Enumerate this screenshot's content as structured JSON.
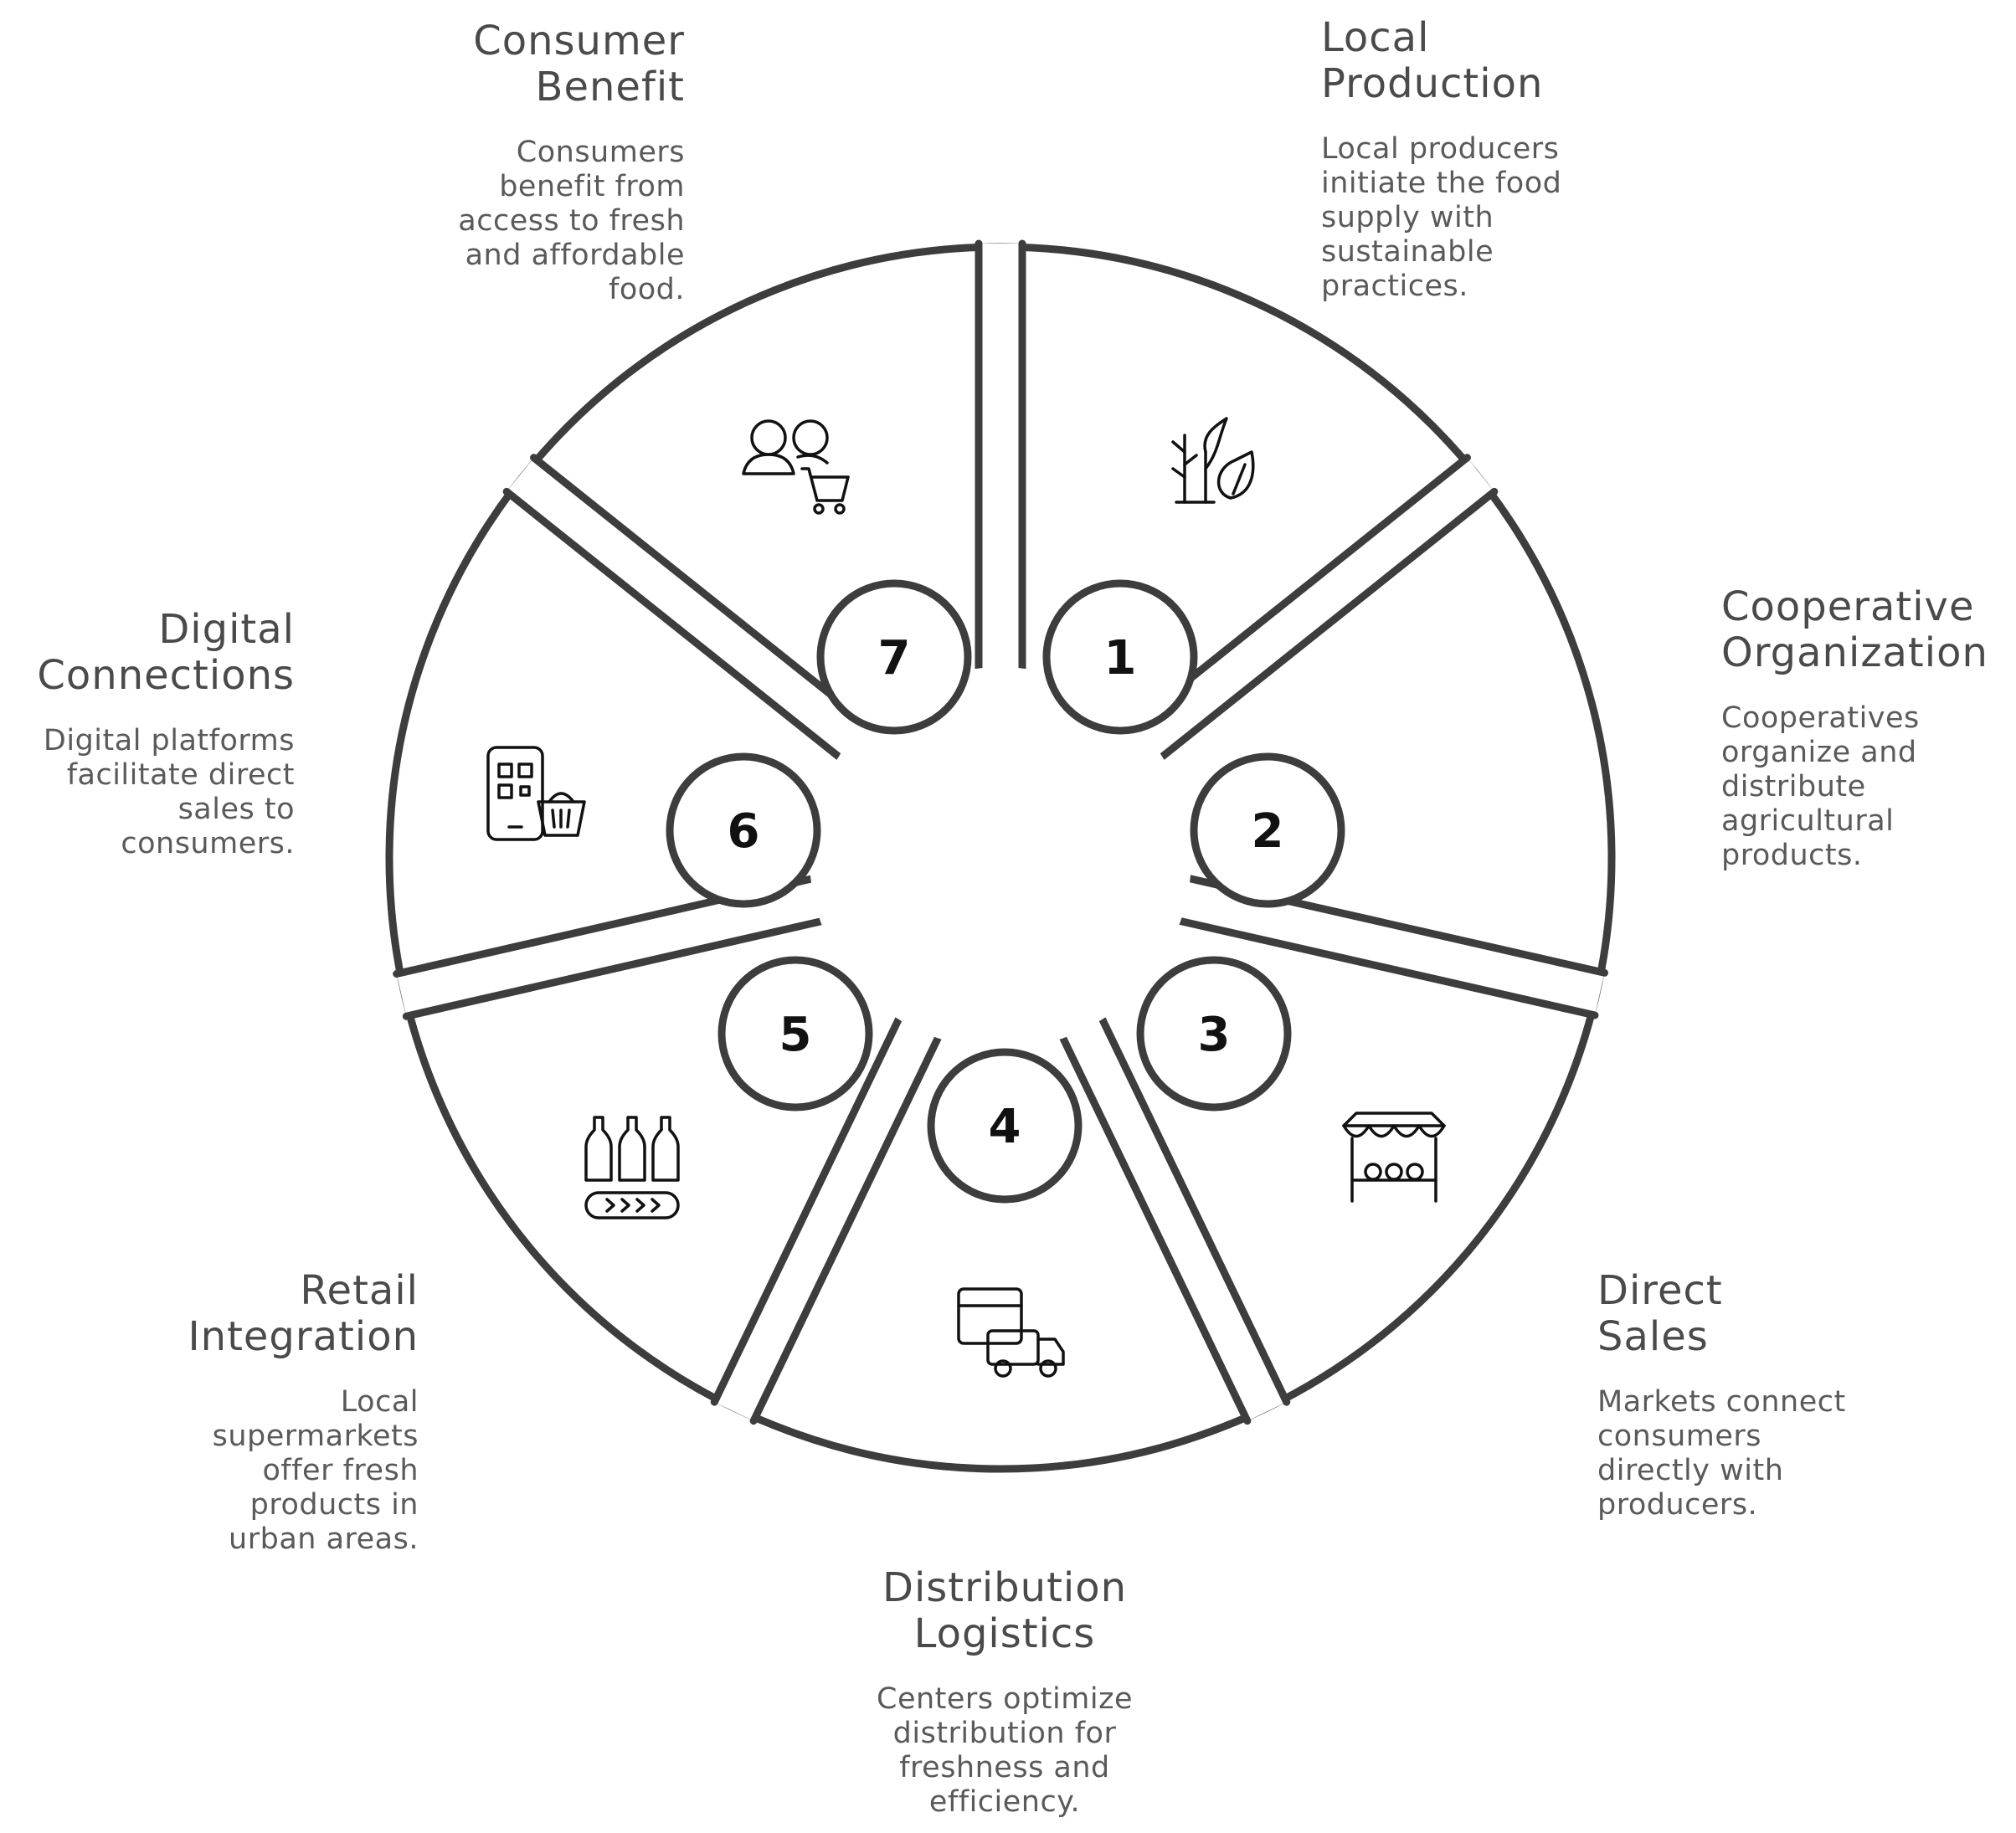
{
  "stages": [
    {
      "number": "1",
      "title": "Local\nProduction",
      "description": "Local producers\ninitiate the food\nsupply with\nsustainable\npractices.",
      "icon": "plant-leaf-icon"
    },
    {
      "number": "2",
      "title": "Cooperative\nOrganization",
      "description": "Cooperatives\norganize and\ndistribute\nagricultural\nproducts.",
      "icon": ""
    },
    {
      "number": "3",
      "title": "Direct\nSales",
      "description": "Markets connect\nconsumers\ndirectly with\nproducers.",
      "icon": "market-stall-icon"
    },
    {
      "number": "4",
      "title": "Distribution\nLogistics",
      "description": "Centers optimize\ndistribution for\nfreshness and\nefficiency.",
      "icon": "box-truck-icon"
    },
    {
      "number": "5",
      "title": "Retail\nIntegration",
      "description": "Local\nsupermarkets\noffer fresh\nproducts in\nurban areas.",
      "icon": "conveyor-bottles-icon"
    },
    {
      "number": "6",
      "title": "Digital\nConnections",
      "description": "Digital platforms\nfacilitate direct\nsales to\nconsumers.",
      "icon": "phone-qr-basket-icon"
    },
    {
      "number": "7",
      "title": "Consumer\nBenefit",
      "description": "Consumers\nbenefit from\naccess to fresh\nand affordable\nfood.",
      "icon": "people-cart-icon"
    }
  ],
  "colors": {
    "outline": "#3d3d3d",
    "number": "#111111",
    "title": "#4a4a4a",
    "text": "#5a5a5a"
  }
}
